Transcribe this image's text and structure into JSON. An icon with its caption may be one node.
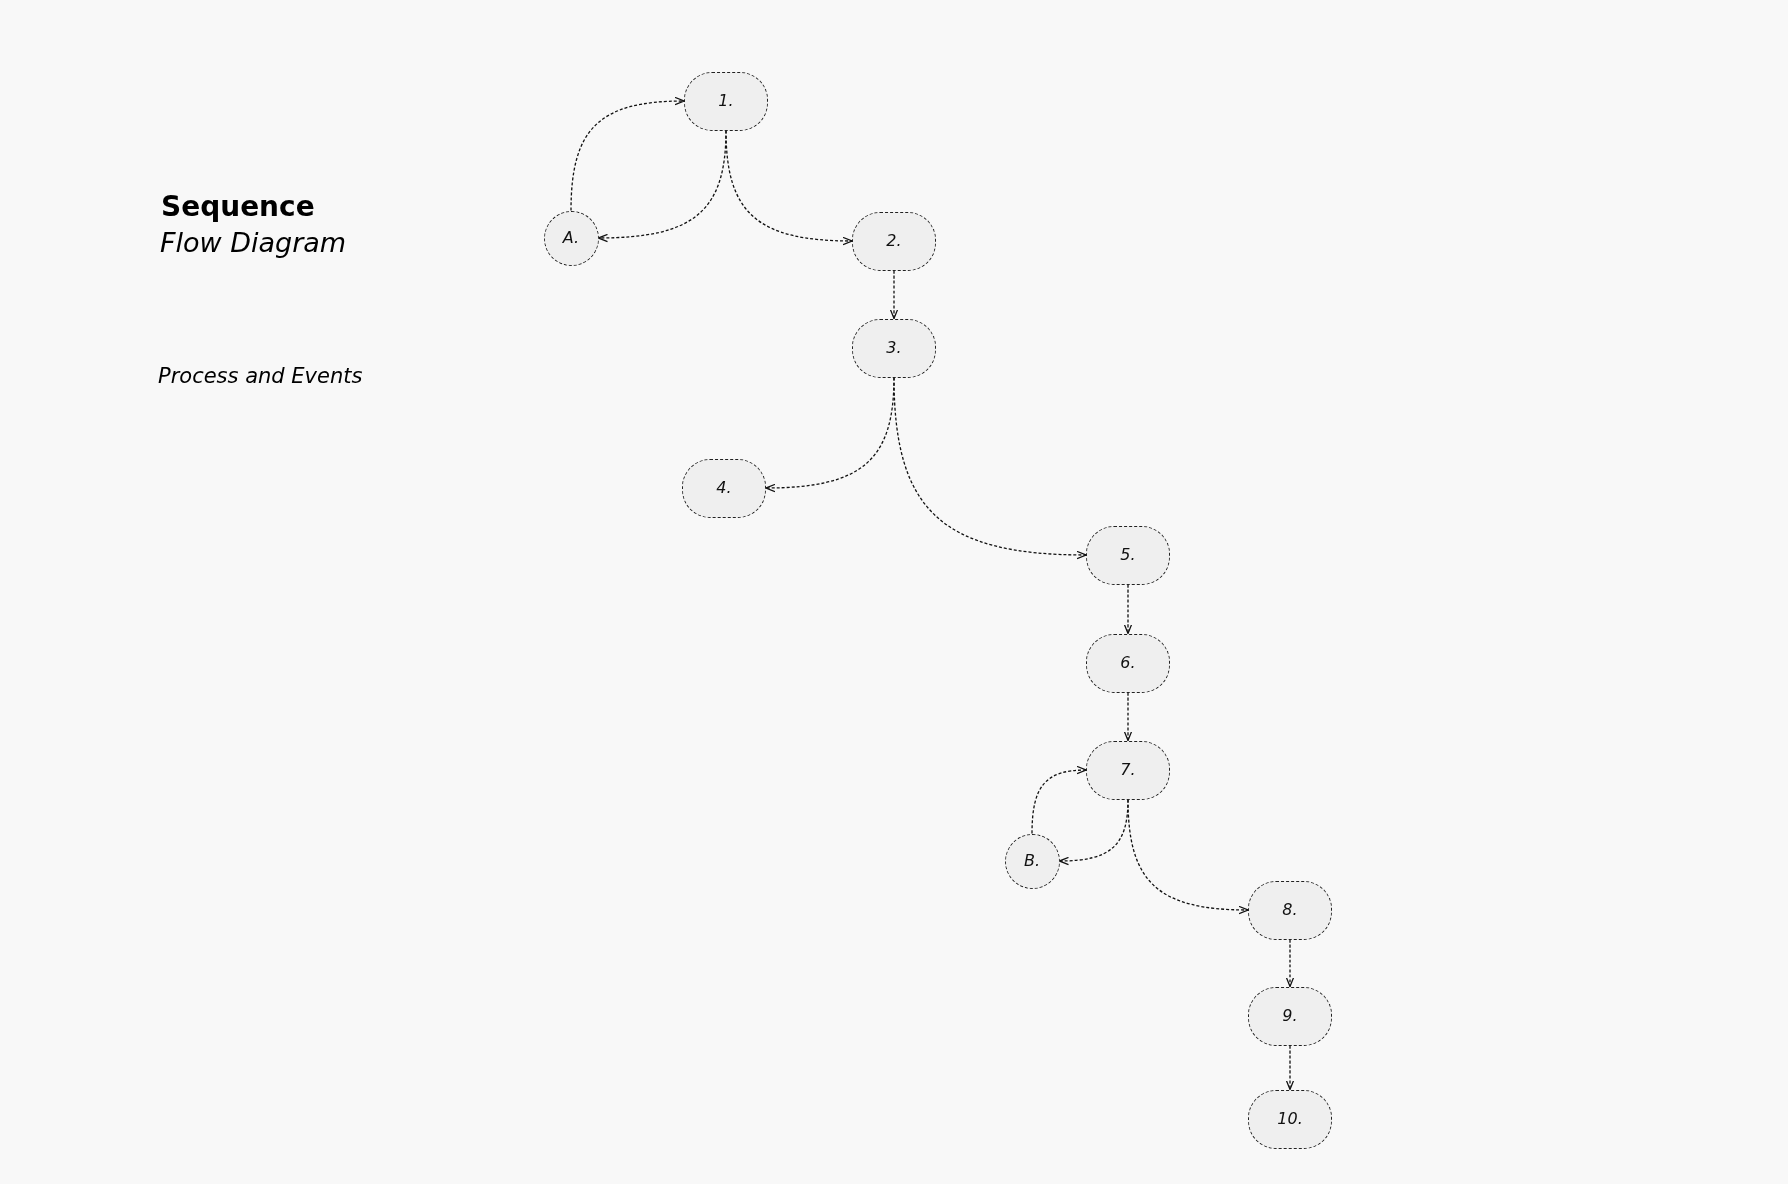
{
  "diagram": {
    "title": "Sequence",
    "nodes": [
      {
        "text": [
          "1."
        ]
      },
      {
        "text": [
          "A."
        ]
      },
      {
        "text": [
          "2."
        ]
      },
      {
        "text": [
          "3."
        ]
      },
      {
        "text": [
          "4."
        ]
      },
      {
        "text": [
          "5."
        ]
      },
      {
        "text": [
          "6."
        ]
      },
      {
        "text": [
          "7."
        ]
      },
      {
        "text": [
          "B."
        ]
      },
      {
        "text": [
          "8."
        ]
      },
      {
        "text": [
          "9."
        ]
      },
      {
        "text": [
          "10."
        ]
      }
    ],
    "edges": [
      {
        "from": 0,
        "to": 1,
        "arrow": "to",
        "style": "dashed"
      },
      {
        "from": 1,
        "to": 0,
        "arrow": "to",
        "style": "dashed"
      },
      {
        "from": 0,
        "to": 2,
        "arrow": "to",
        "style": "dashed"
      },
      {
        "from": 2,
        "to": 3,
        "arrow": "to",
        "style": "dashed"
      },
      {
        "from": 3,
        "to": 4,
        "arrow": "to",
        "style": "dashed"
      },
      {
        "from": 3,
        "to": 5,
        "arrow": "to",
        "style": "dashed"
      },
      {
        "from": 5,
        "to": 6,
        "arrow": "to",
        "style": "dashed"
      },
      {
        "from": 6,
        "to": 7,
        "arrow": "to",
        "style": "dashed"
      },
      {
        "from": 7,
        "to": 8,
        "arrow": "to",
        "style": "dashed"
      },
      {
        "from": 8,
        "to": 7,
        "arrow": "to",
        "style": "dashed"
      },
      {
        "from": 7,
        "to": 9,
        "arrow": "to",
        "style": "dashed"
      },
      {
        "from": 9,
        "to": 10,
        "arrow": "to",
        "style": "dashed"
      },
      {
        "from": 10,
        "to": 11,
        "arrow": "to",
        "style": "dashed"
      }
    ],
    "labels": [
      "Flow Diagram",
      "Process and Events"
    ]
  }
}
